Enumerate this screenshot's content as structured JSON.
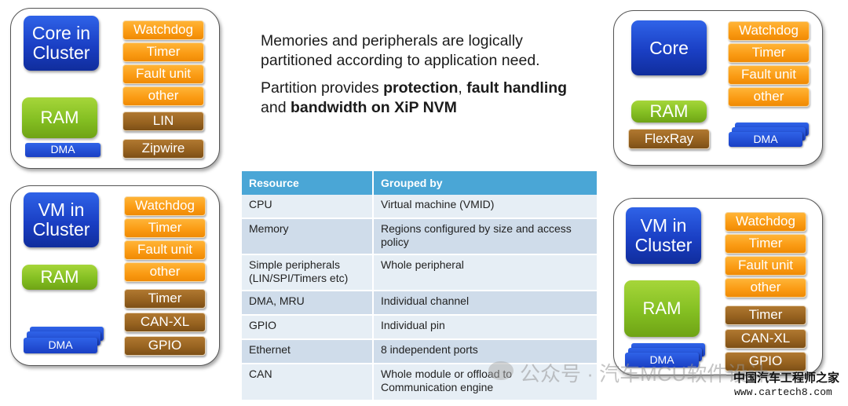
{
  "intro": {
    "line1": "Memories and peripherals are logically",
    "line2": "partitioned according to application need.",
    "p2_a": "Partition provides ",
    "p2_b": "protection",
    "p2_c": ", ",
    "p2_d": "fault handling",
    "p2_e": " and ",
    "p2_f": "bandwidth on XiP NVM"
  },
  "panel_core_in_cluster": {
    "core": "Core in Cluster",
    "ram": "RAM",
    "dma": "DMA",
    "peripherals": [
      "Watchdog",
      "Timer",
      "Fault unit",
      "other",
      "LIN",
      "Zipwire"
    ]
  },
  "panel_vm_in_cluster_left": {
    "core": "VM in Cluster",
    "ram": "RAM",
    "dma": "DMA",
    "peripherals": [
      "Watchdog",
      "Timer",
      "Fault unit",
      "other",
      "Timer",
      "CAN-XL",
      "GPIO"
    ]
  },
  "panel_core": {
    "core": "Core",
    "ram": "RAM",
    "flexray": "FlexRay",
    "dma": "DMA",
    "peripherals": [
      "Watchdog",
      "Timer",
      "Fault unit",
      "other"
    ]
  },
  "panel_vm_in_cluster_right": {
    "core": "VM in Cluster",
    "ram": "RAM",
    "dma": "DMA",
    "peripherals": [
      "Watchdog",
      "Timer",
      "Fault unit",
      "other",
      "Timer",
      "CAN-XL",
      "GPIO"
    ]
  },
  "table": {
    "headers": [
      "Resource",
      "Grouped by"
    ],
    "rows": [
      [
        "CPU",
        "Virtual machine (VMID)"
      ],
      [
        "Memory",
        "Regions configured by size and access policy"
      ],
      [
        "Simple peripherals (LIN/SPI/Timers etc)",
        "Whole peripheral"
      ],
      [
        "DMA, MRU",
        "Individual channel"
      ],
      [
        "GPIO",
        "Individual pin"
      ],
      [
        "Ethernet",
        "8 independent ports"
      ],
      [
        "CAN",
        "Whole module or offload to Communication engine"
      ]
    ]
  },
  "watermark": {
    "wechat": "公众号 · 汽车MCU软件设计",
    "site_name": "中国汽车工程师之家",
    "site_url": "www.cartech8.com"
  }
}
